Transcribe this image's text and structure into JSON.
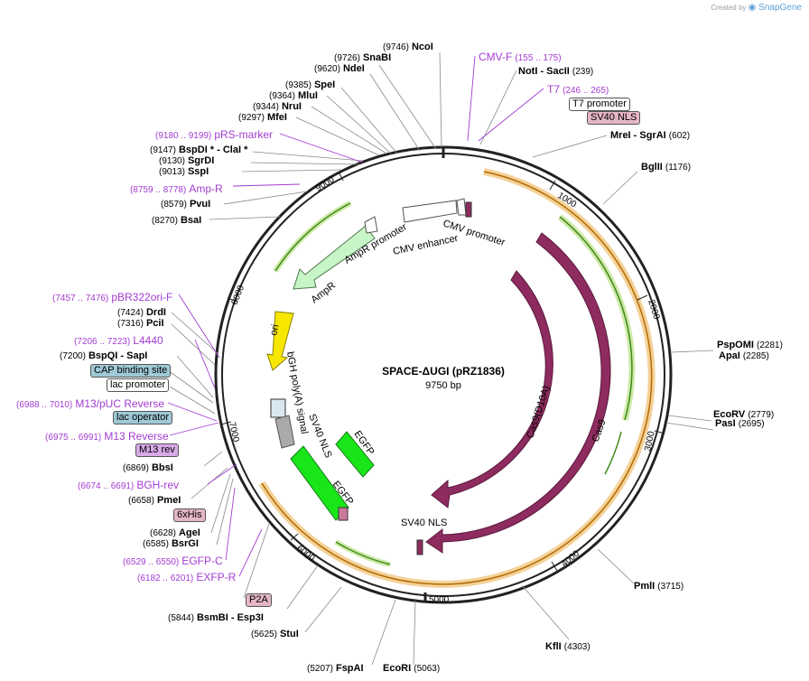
{
  "plasmid": {
    "name": "SPACE-ΔUGI (pRZ1836)",
    "length_label": "9750 bp",
    "length": 9750
  },
  "credit": {
    "created_by": "Created by",
    "brand": "SnapGene"
  },
  "colors": {
    "cas9": "#8e2b5f",
    "egfp": "#19e619",
    "ori": "#f7e600",
    "ampr": "#c8f5c8",
    "primer": "#a23cd1",
    "backbone": "#222222",
    "orange_band": "#f3d29a"
  },
  "ticks": [
    "1000",
    "2000",
    "3000",
    "4000",
    "5000",
    "6000",
    "7000",
    "8000",
    "9000"
  ],
  "features": {
    "cmv_promoter": "CMV promoter",
    "cmv_enhancer": "CMV enhancer",
    "ampr_promoter": "AmpR promoter",
    "ampr": "AmpR",
    "ori": "ori",
    "bgh": "bGH poly(A) signal",
    "sv40_nls_a": "SV40 NLS",
    "sv40_nls_b": "SV40 NLS",
    "egfp_a": "EGFP",
    "egfp_b": "EGFP",
    "cas9_inner": "Cas9(D10A)",
    "cas9_outer": "Cas9"
  },
  "labels": [
    {
      "id": "ncoi",
      "pos": "(9746)",
      "name": "NcoI"
    },
    {
      "id": "snabi",
      "pos": "(9726)",
      "name": "SnaBI"
    },
    {
      "id": "ndei",
      "pos": "(9620)",
      "name": "NdeI"
    },
    {
      "id": "spei",
      "pos": "(9385)",
      "name": "SpeI"
    },
    {
      "id": "mlui",
      "pos": "(9364)",
      "name": "MluI"
    },
    {
      "id": "nrui",
      "pos": "(9344)",
      "name": "NruI"
    },
    {
      "id": "mfei",
      "pos": "(9297)",
      "name": "MfeI"
    },
    {
      "id": "prs",
      "pos": "(9180 .. 9199)",
      "name": "pRS-marker"
    },
    {
      "id": "bspdi",
      "pos": "(9147)",
      "name": "BspDI * - ClaI *"
    },
    {
      "id": "sgrdi",
      "pos": "(9130)",
      "name": "SgrDI"
    },
    {
      "id": "sspi",
      "pos": "(9013)",
      "name": "SspI"
    },
    {
      "id": "ampr_p",
      "pos": "(8759 .. 8778)",
      "name": "Amp-R"
    },
    {
      "id": "pvui",
      "pos": "(8579)",
      "name": "PvuI"
    },
    {
      "id": "bsai",
      "pos": "(8270)",
      "name": "BsaI"
    },
    {
      "id": "pbr",
      "pos": "(7457 .. 7476)",
      "name": "pBR322ori-F"
    },
    {
      "id": "drdi",
      "pos": "(7424)",
      "name": "DrdI"
    },
    {
      "id": "pcii",
      "pos": "(7316)",
      "name": "PciI"
    },
    {
      "id": "l4440",
      "pos": "(7206 .. 7223)",
      "name": "L4440"
    },
    {
      "id": "bspqi",
      "pos": "(7200)",
      "name": "BspQI - SapI"
    },
    {
      "id": "m13puc",
      "pos": "(6988 .. 7010)",
      "name": "M13/pUC Reverse"
    },
    {
      "id": "m13rev",
      "pos": "(6975 .. 6991)",
      "name": "M13 Reverse"
    },
    {
      "id": "bbsi",
      "pos": "(6869)",
      "name": "BbsI"
    },
    {
      "id": "bghrev",
      "pos": "(6674 .. 6691)",
      "name": "BGH-rev"
    },
    {
      "id": "pmei",
      "pos": "(6658)",
      "name": "PmeI"
    },
    {
      "id": "agei",
      "pos": "(6628)",
      "name": "AgeI"
    },
    {
      "id": "bsrgi",
      "pos": "(6585)",
      "name": "BsrGI"
    },
    {
      "id": "egfpc",
      "pos": "(6529 .. 6550)",
      "name": "EGFP-C"
    },
    {
      "id": "exfpr",
      "pos": "(6182 .. 6201)",
      "name": "EXFP-R"
    },
    {
      "id": "bsmbi",
      "pos": "(5844)",
      "name": "BsmBI - Esp3I"
    },
    {
      "id": "stui",
      "pos": "(5625)",
      "name": "StuI"
    },
    {
      "id": "fspai",
      "pos": "(5207)",
      "name": "FspAI"
    },
    {
      "id": "ecori",
      "pos": "(5063)",
      "name": "EcoRI"
    },
    {
      "id": "kfli",
      "pos": "(4303)",
      "name": "KflI"
    },
    {
      "id": "pmli",
      "pos": "(3715)",
      "name": "PmlI"
    },
    {
      "id": "ecorv",
      "pos": "(2779)",
      "name": "EcoRV"
    },
    {
      "id": "pasi",
      "pos": "(2695)",
      "name": "PasI"
    },
    {
      "id": "apai",
      "pos": "(2285)",
      "name": "ApaI"
    },
    {
      "id": "pspomi",
      "pos": "(2281)",
      "name": "PspOMI"
    },
    {
      "id": "bglii",
      "pos": "(1176)",
      "name": "BglII"
    },
    {
      "id": "mrei",
      "pos": "(602)",
      "name": "MreI - SgrAI"
    },
    {
      "id": "noti",
      "pos": "(239)",
      "name": "NotI - SacII"
    },
    {
      "id": "cmvf",
      "pos": "(155 .. 175)",
      "name": "CMV-F"
    },
    {
      "id": "t7",
      "pos": "(246 .. 265)",
      "name": "T7"
    }
  ],
  "boxes": {
    "t7_promoter": "T7 promoter",
    "sv40_nls": "SV40 NLS",
    "cap": "CAP binding site",
    "lac_promoter": "lac promoter",
    "lac_operator": "lac operator",
    "m13_rev": "M13 rev",
    "his6": "6xHis",
    "p2a": "P2A"
  }
}
